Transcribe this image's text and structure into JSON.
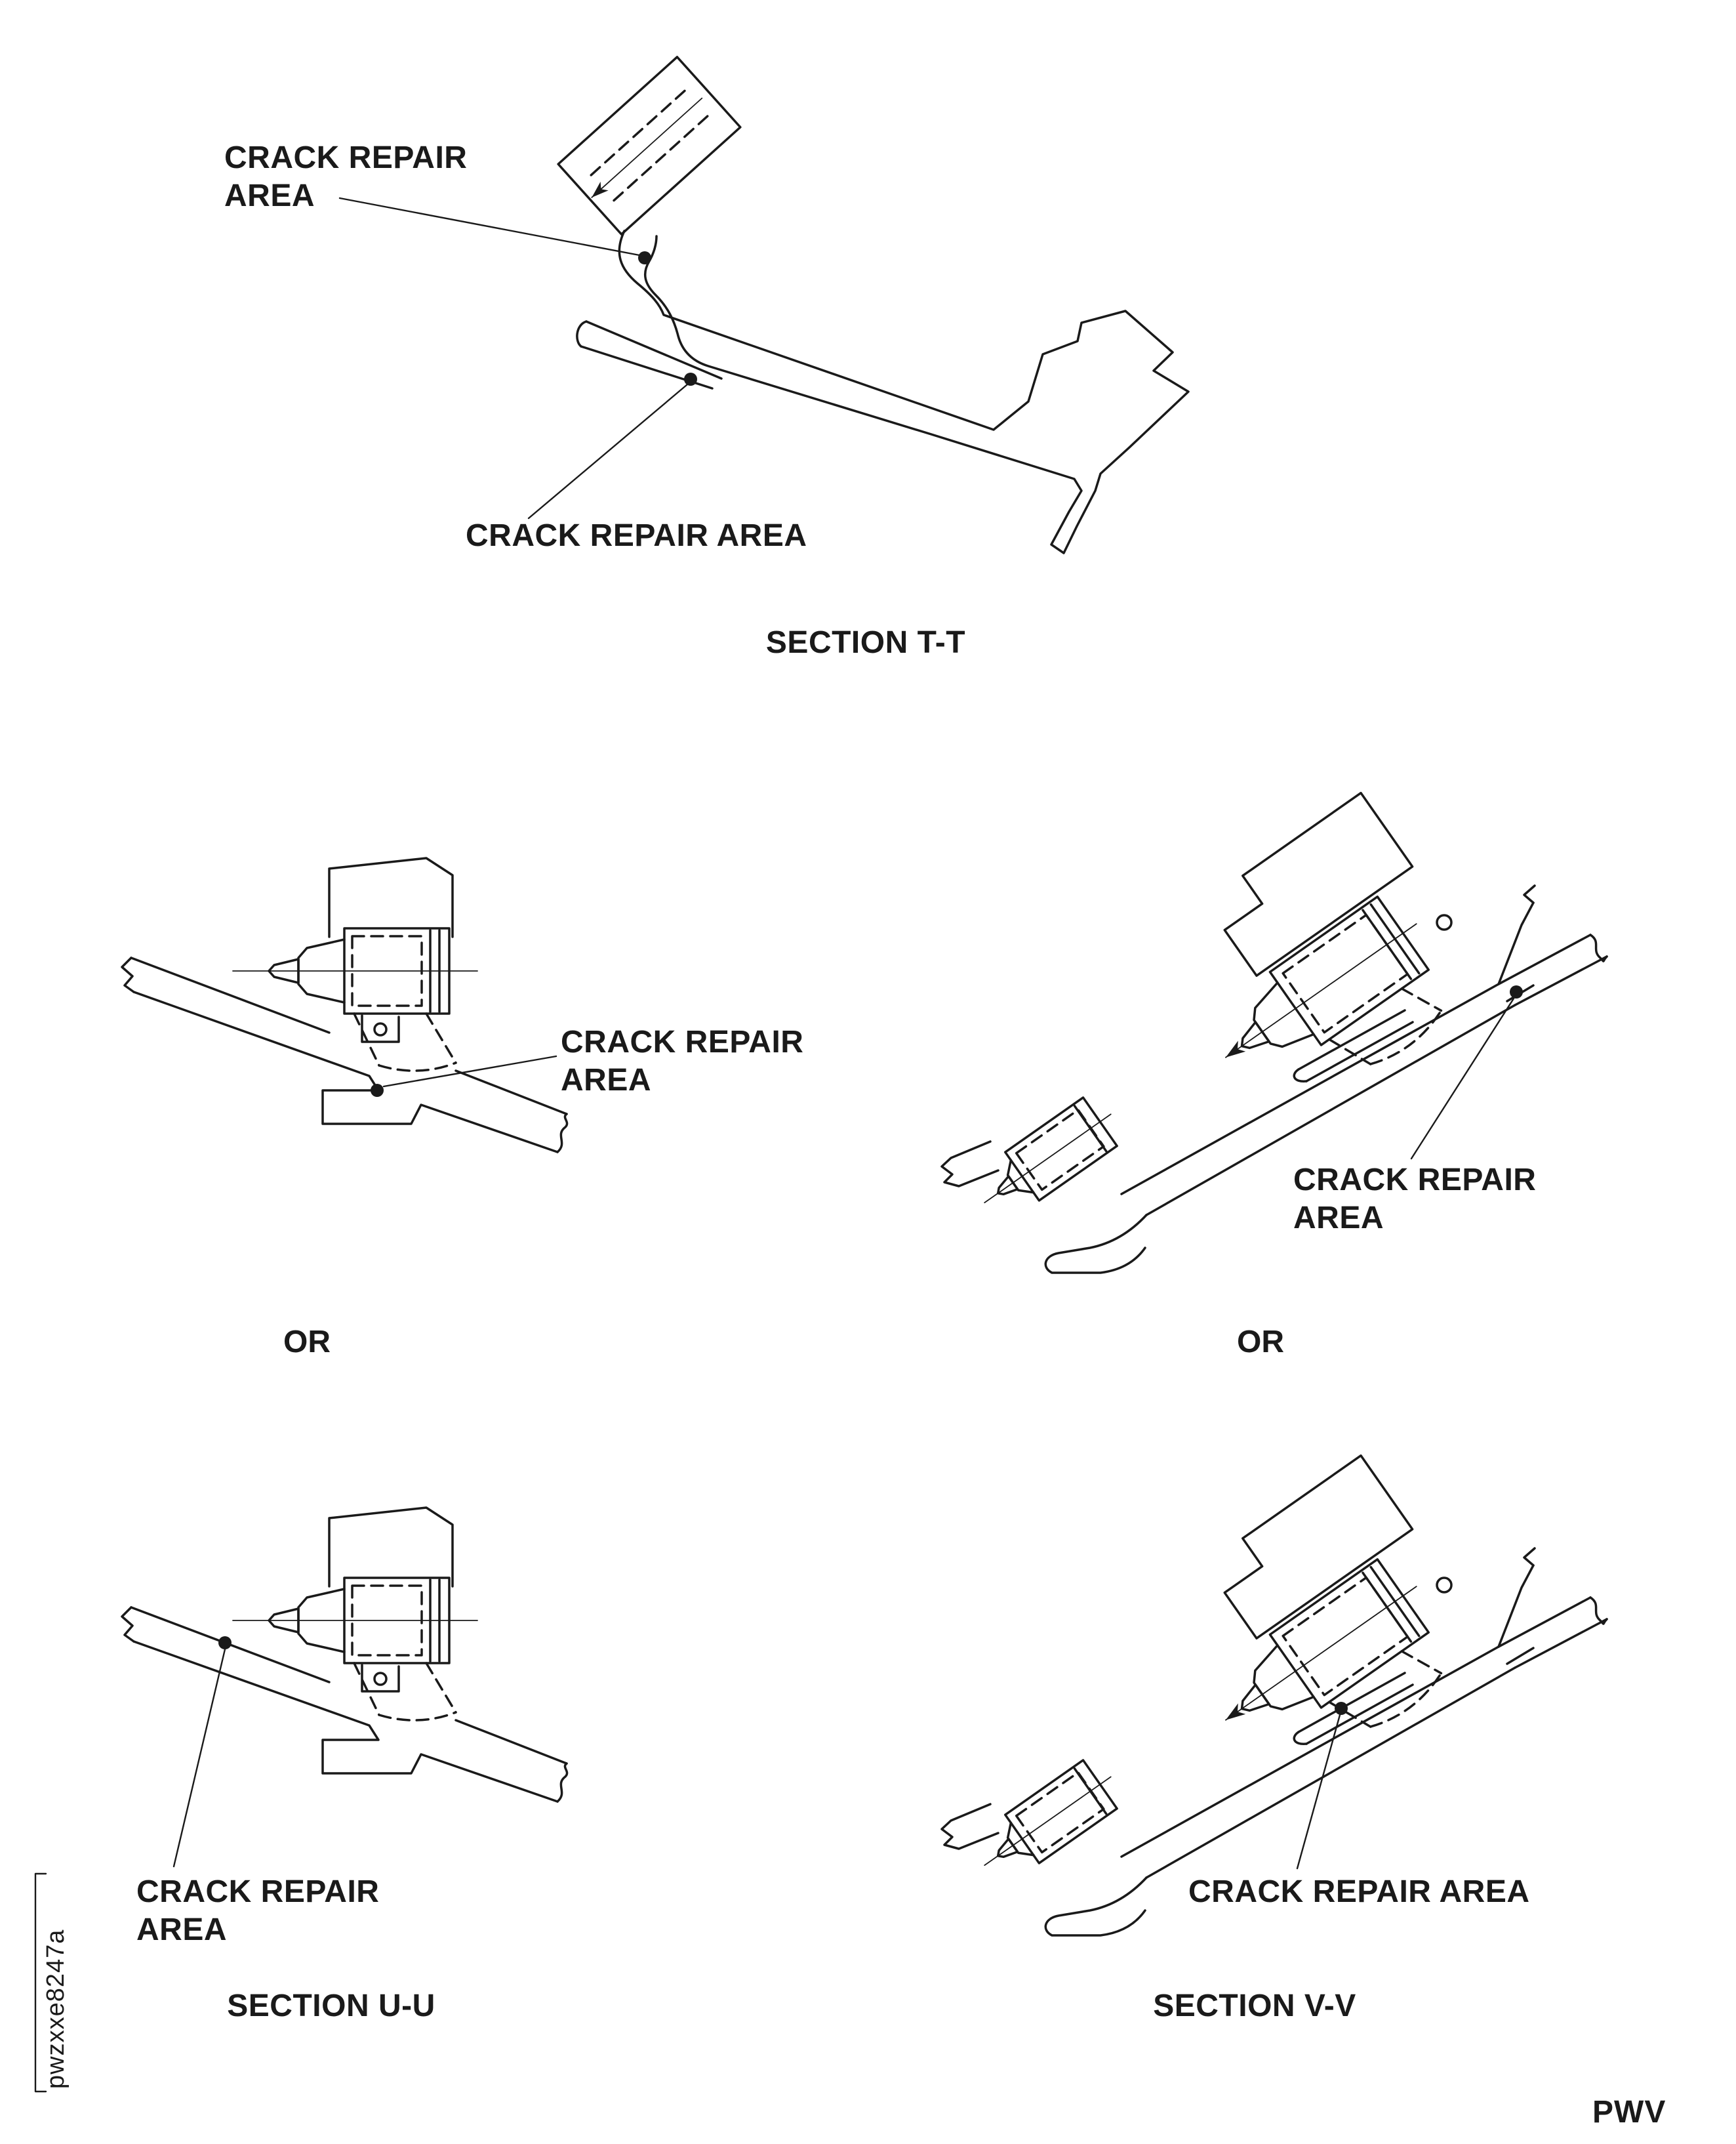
{
  "style": {
    "ink_color": "#1a1a1a",
    "background": "#ffffff"
  },
  "section_t": {
    "caption": "SECTION T-T",
    "callout_top": {
      "line1": "CRACK REPAIR",
      "line2": "AREA"
    },
    "callout_bottom": "CRACK REPAIR AREA"
  },
  "section_u": {
    "caption": "SECTION U-U",
    "or_label": "OR",
    "callout_middle": {
      "line1": "CRACK REPAIR",
      "line2": "AREA"
    },
    "callout_bottom": {
      "line1": "CRACK REPAIR",
      "line2": "AREA"
    }
  },
  "section_v": {
    "caption": "SECTION V-V",
    "or_label": "OR",
    "callout_middle": {
      "line1": "CRACK REPAIR",
      "line2": "AREA"
    },
    "callout_bottom": "CRACK REPAIR AREA"
  },
  "footer": {
    "figure_code": "pwzxxe8247a",
    "page_code": "PWV"
  }
}
